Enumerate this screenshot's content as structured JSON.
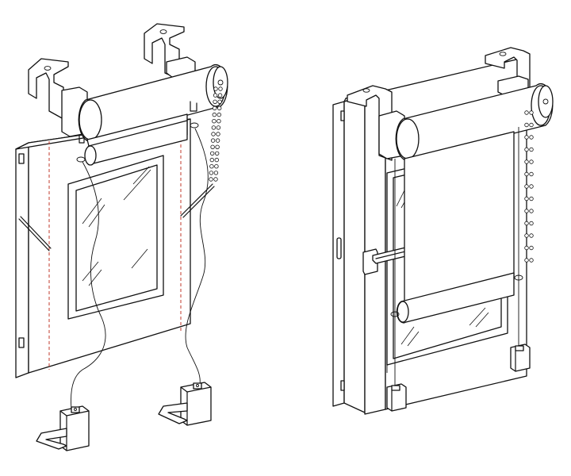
{
  "diagram": {
    "background": "#ffffff",
    "line_color": "#111111",
    "marker_color": "#c0392b",
    "illustrations": [
      {
        "name": "roller-blind-on-window-sash",
        "parts": [
          "top-hooks",
          "roller-tube",
          "end-caps",
          "bottom-bar",
          "side-cords",
          "bead-chain",
          "tension-weights",
          "window-sash",
          "glass-pane"
        ],
        "chain_beads": 30
      },
      {
        "name": "roller-blind-on-door-panel",
        "parts": [
          "top-hooks",
          "roller-tube",
          "end-caps",
          "bottom-bar",
          "bead-chain",
          "door-handle",
          "floor-clips",
          "door-panel",
          "glass-pane"
        ],
        "chain_beads": 26
      }
    ]
  }
}
